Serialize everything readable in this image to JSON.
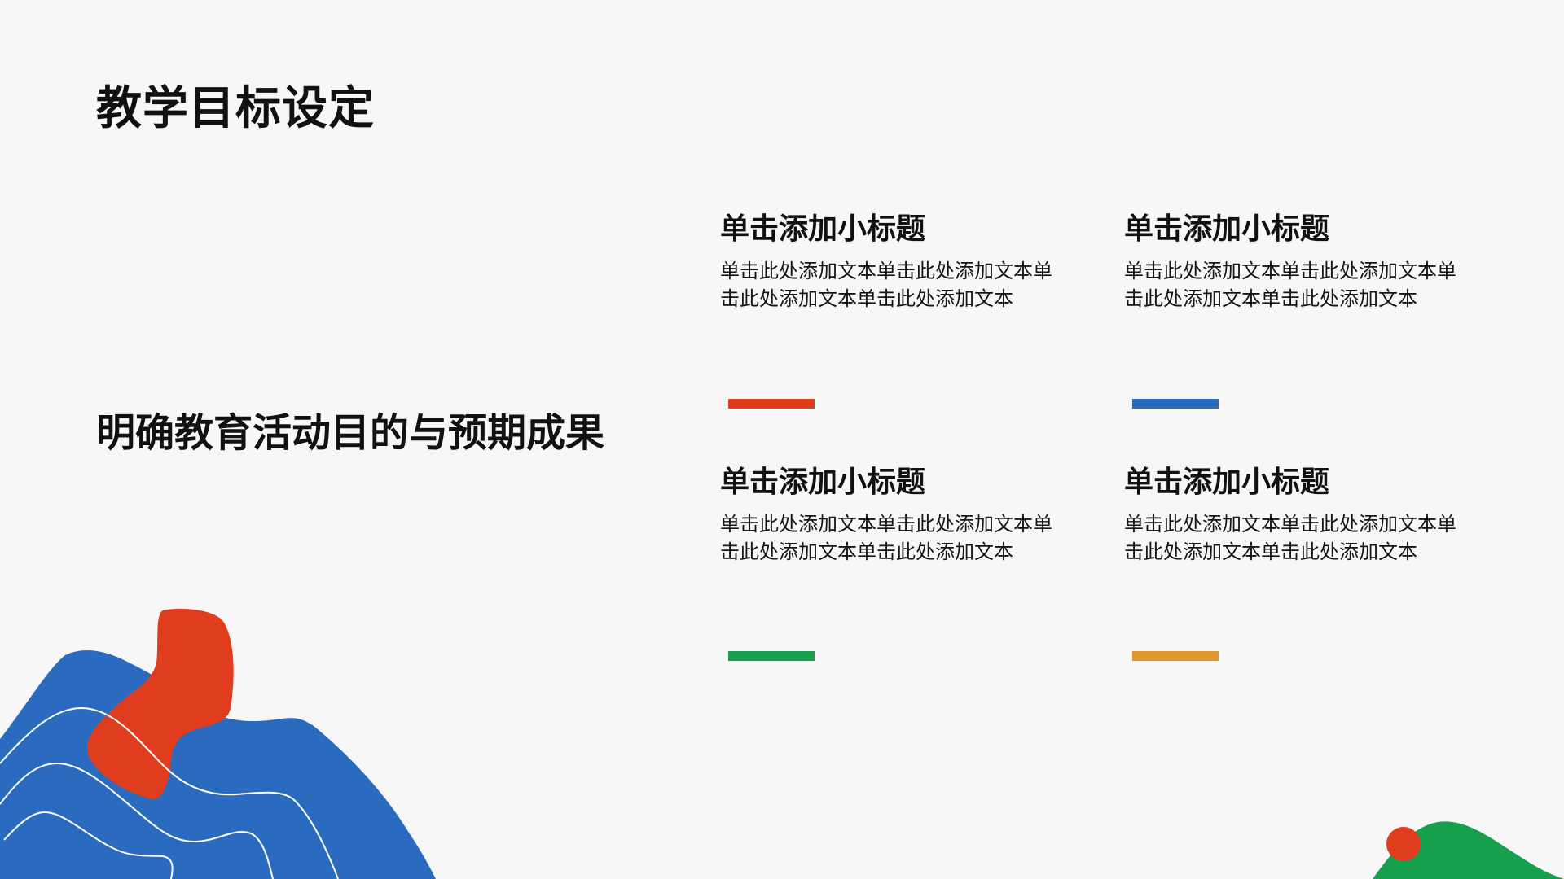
{
  "slide": {
    "title": "教学目标设定",
    "subtitle": "明确教育活动目的与预期成果"
  },
  "cards": [
    {
      "heading": "单击添加小标题",
      "body": "单击此处添加文本单击此处添加文本单击此处添加文本单击此处添加文本",
      "accent": "#e03c1e"
    },
    {
      "heading": "单击添加小标题",
      "body": "单击此处添加文本单击此处添加文本单击此处添加文本单击此处添加文本",
      "accent": "#2b6bbf"
    },
    {
      "heading": "单击添加小标题",
      "body": "单击此处添加文本单击此处添加文本单击此处添加文本单击此处添加文本",
      "accent": "#16a04e"
    },
    {
      "heading": "单击添加小标题",
      "body": "单击此处添加文本单击此处添加文本单击此处添加文本单击此处添加文本",
      "accent": "#e0962a"
    }
  ],
  "colors": {
    "background": "#f7f7f7",
    "blue": "#2b6bbf",
    "red": "#e03c1e",
    "green": "#16a04e",
    "orange": "#e0962a"
  },
  "decorations": [
    "blue-wave-shape",
    "red-blob-shape",
    "green-hill-shape",
    "red-dot"
  ]
}
